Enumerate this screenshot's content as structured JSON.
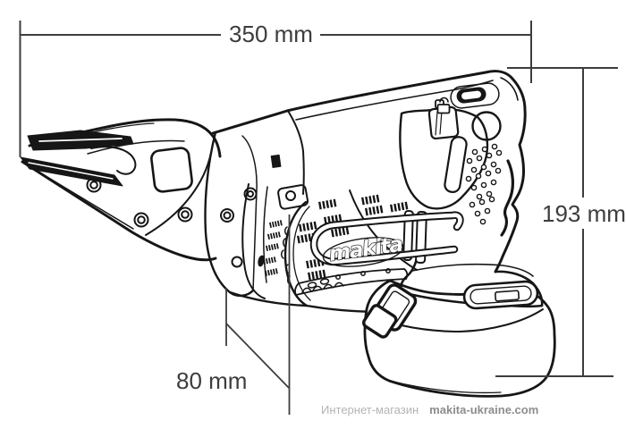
{
  "drawing": {
    "logo_text": "makita"
  },
  "dimensions": {
    "width": {
      "label": "350 mm"
    },
    "height": {
      "label": "193 mm"
    },
    "depth": {
      "label": "80 mm"
    }
  },
  "watermark": {
    "prefix": "Интернет-магазин",
    "site": "makita-ukraine.com"
  },
  "colors": {
    "line": "#161616",
    "dimension": "#3d3d3d",
    "watermark_prefix": "#b4b4b4",
    "watermark_site": "#8d8d8d",
    "background": "#ffffff"
  }
}
